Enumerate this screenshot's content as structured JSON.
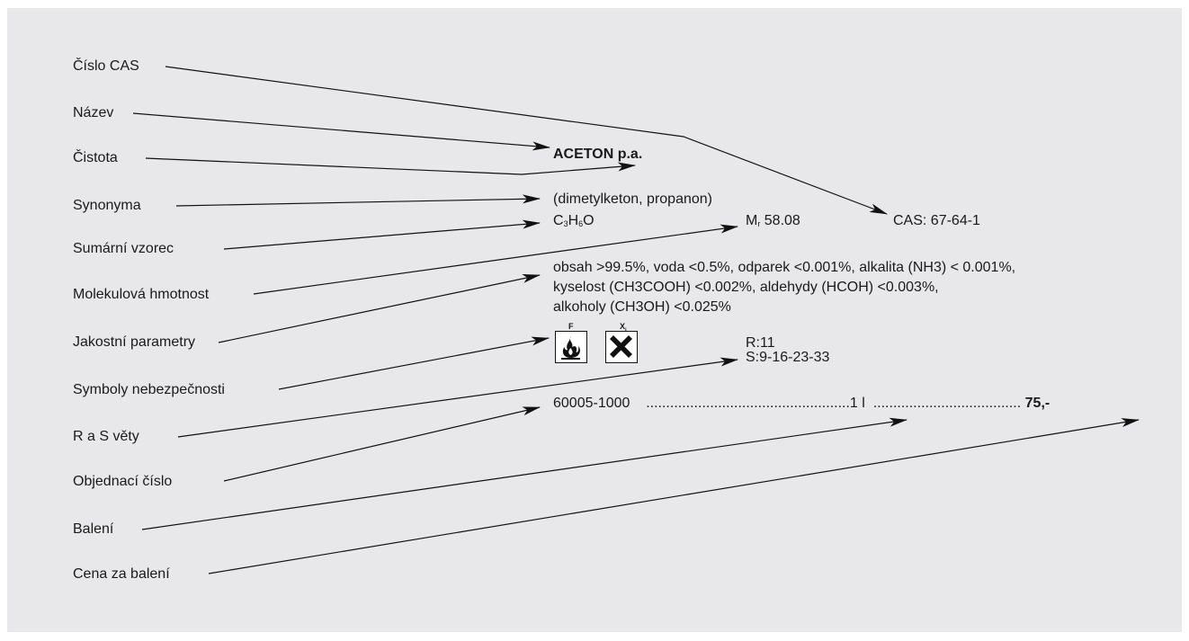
{
  "labels": {
    "cas_number": "Číslo CAS",
    "name": "Název",
    "purity": "Čistota",
    "synonyms": "Synonyma",
    "formula": "Sumární vzorec",
    "molecular_weight": "Molekulová hmotnost",
    "quality_parameters": "Jakostní parametry",
    "hazard_symbols": "Symboly nebezpečnosti",
    "r_s_phrases": "R a S věty",
    "order_number": "Objednací číslo",
    "packaging": "Balení",
    "price": "Cena za balení"
  },
  "product": {
    "name": "ACETON p.a.",
    "synonyms": "(dimetylketon, propanon)",
    "formula": {
      "c": "C",
      "c_n": "3",
      "h": "H",
      "h_n": "6",
      "o": "O"
    },
    "mr_symbol": "M",
    "mr_sub": "r",
    "mr_value": "58.08",
    "cas": "CAS: 67-64-1",
    "quality_line1": "obsah >99.5%, voda <0.5%, odparek <0.001%, alkalita (NH3) < 0.001%,",
    "quality_line2": "kyselost (CH3COOH) <0.002%, aldehydy (HCOH) <0.003%,",
    "quality_line3": "alkoholy (CH3OH) <0.025%",
    "hazard1_code": "F",
    "hazard1_icon": "flame-icon",
    "hazard2_code_main": "X",
    "hazard2_code_sub": "i",
    "hazard2_icon": "cross-icon",
    "r_phrases": "R:11",
    "s_phrases": "S:9-16-23-33",
    "order_number": "60005-1000",
    "leader1": "...................................................",
    "package": "1 l",
    "leader2": ".....................................",
    "price": "75,-"
  },
  "colors": {
    "panel": "#e8e8ea",
    "text": "#1a1a1a"
  }
}
